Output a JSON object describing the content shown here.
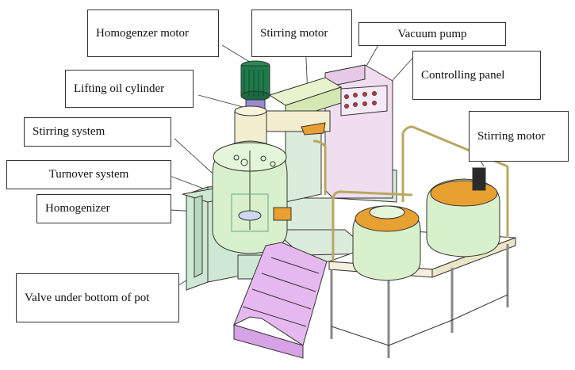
{
  "labels": {
    "homogenizer_motor": "Homogenzer motor",
    "stirring_motor_top": "Stirring motor",
    "vacuum_pump": "Vacuum pump",
    "lifting_oil_cylinder": "Lifting oil cylinder",
    "controlling_panel": "Controlling panel",
    "stirring_system": "Stirring system",
    "stirring_motor_right": "Stirring motor",
    "turnover_system": "Turnover system",
    "homogenizer": "Homogenizer",
    "valve_under_pot": "Valve under bottom of pot"
  },
  "colors": {
    "frame_green": "#cfe8d4",
    "tank_green": "#d8f0cc",
    "panel_pink": "#f0ddf0",
    "stairs_violet": "#e6b8f0",
    "motor_green": "#1f7a4a",
    "orange": "#e8a030",
    "rail_yellow": "#f5ecc0"
  }
}
